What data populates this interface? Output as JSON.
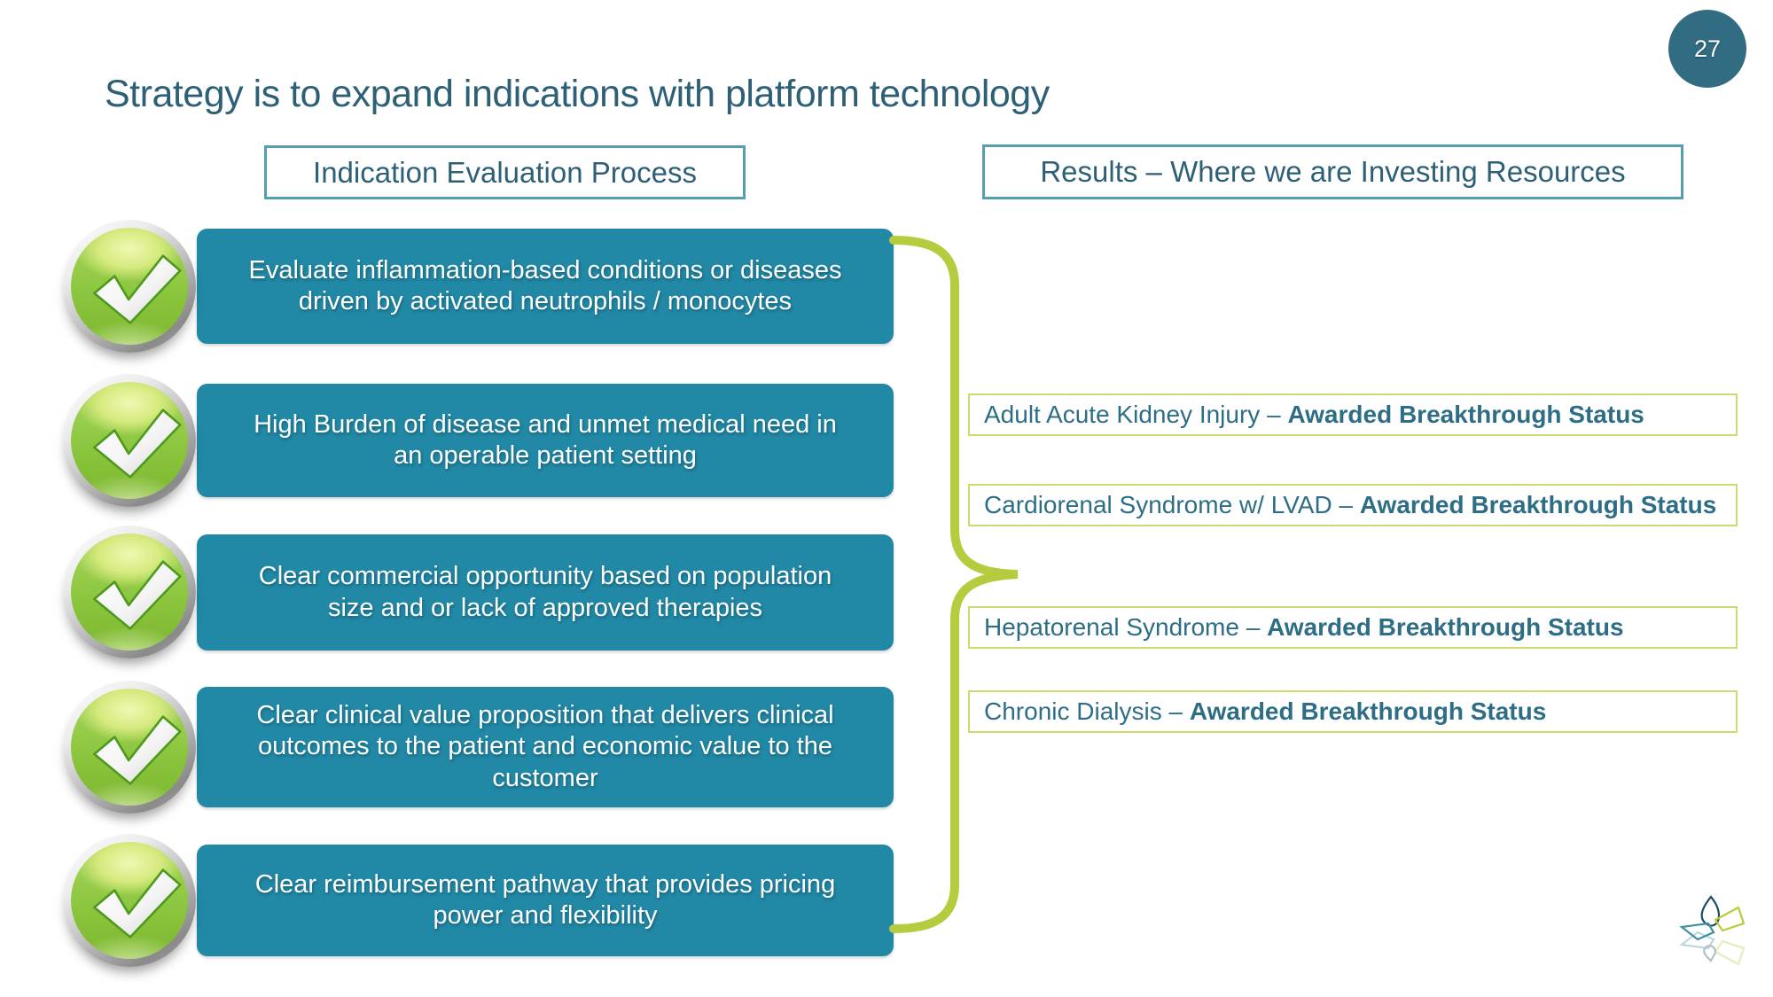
{
  "page_number": "27",
  "title": "Strategy is to expand indications with platform technology",
  "columns": {
    "process": {
      "header": "Indication Evaluation Process",
      "steps": [
        {
          "text": "Evaluate inflammation-based conditions or diseases driven by activated neutrophils / monocytes"
        },
        {
          "text": "High Burden of disease and unmet medical need in an operable patient setting"
        },
        {
          "text": "Clear commercial opportunity based on population size and or lack of approved therapies"
        },
        {
          "text": "Clear clinical value proposition that delivers clinical outcomes to the patient and economic value to the customer"
        },
        {
          "text": "Clear reimbursement pathway that provides pricing power and flexibility"
        }
      ]
    },
    "results": {
      "header": "Results – Where we are Investing Resources",
      "items": [
        {
          "indication": "Adult Acute Kidney Injury ",
          "separator": "– ",
          "status": "Awarded Breakthrough Status"
        },
        {
          "indication": "Cardiorenal Syndrome w/ LVAD ",
          "separator": "– ",
          "status": "Awarded Breakthrough Status"
        },
        {
          "indication": "Hepatorenal Syndrome ",
          "separator": "– ",
          "status": "Awarded Breakthrough Status"
        },
        {
          "indication": "Chronic Dialysis ",
          "separator": "– ",
          "status": "Awarded Breakthrough Status"
        }
      ]
    }
  },
  "icons": {
    "check": "green-check-icon",
    "brace": "grouping-brace",
    "logo": "flower-logo-icon"
  },
  "colors": {
    "banner_teal": "#2189a6",
    "header_border_teal": "#55a0ae",
    "title_text": "#2d6077",
    "accent_green": "#b6cb3e",
    "result_border_green": "#ccdb70",
    "result_text": "#2d6e86",
    "page_circle": "#316c83"
  }
}
